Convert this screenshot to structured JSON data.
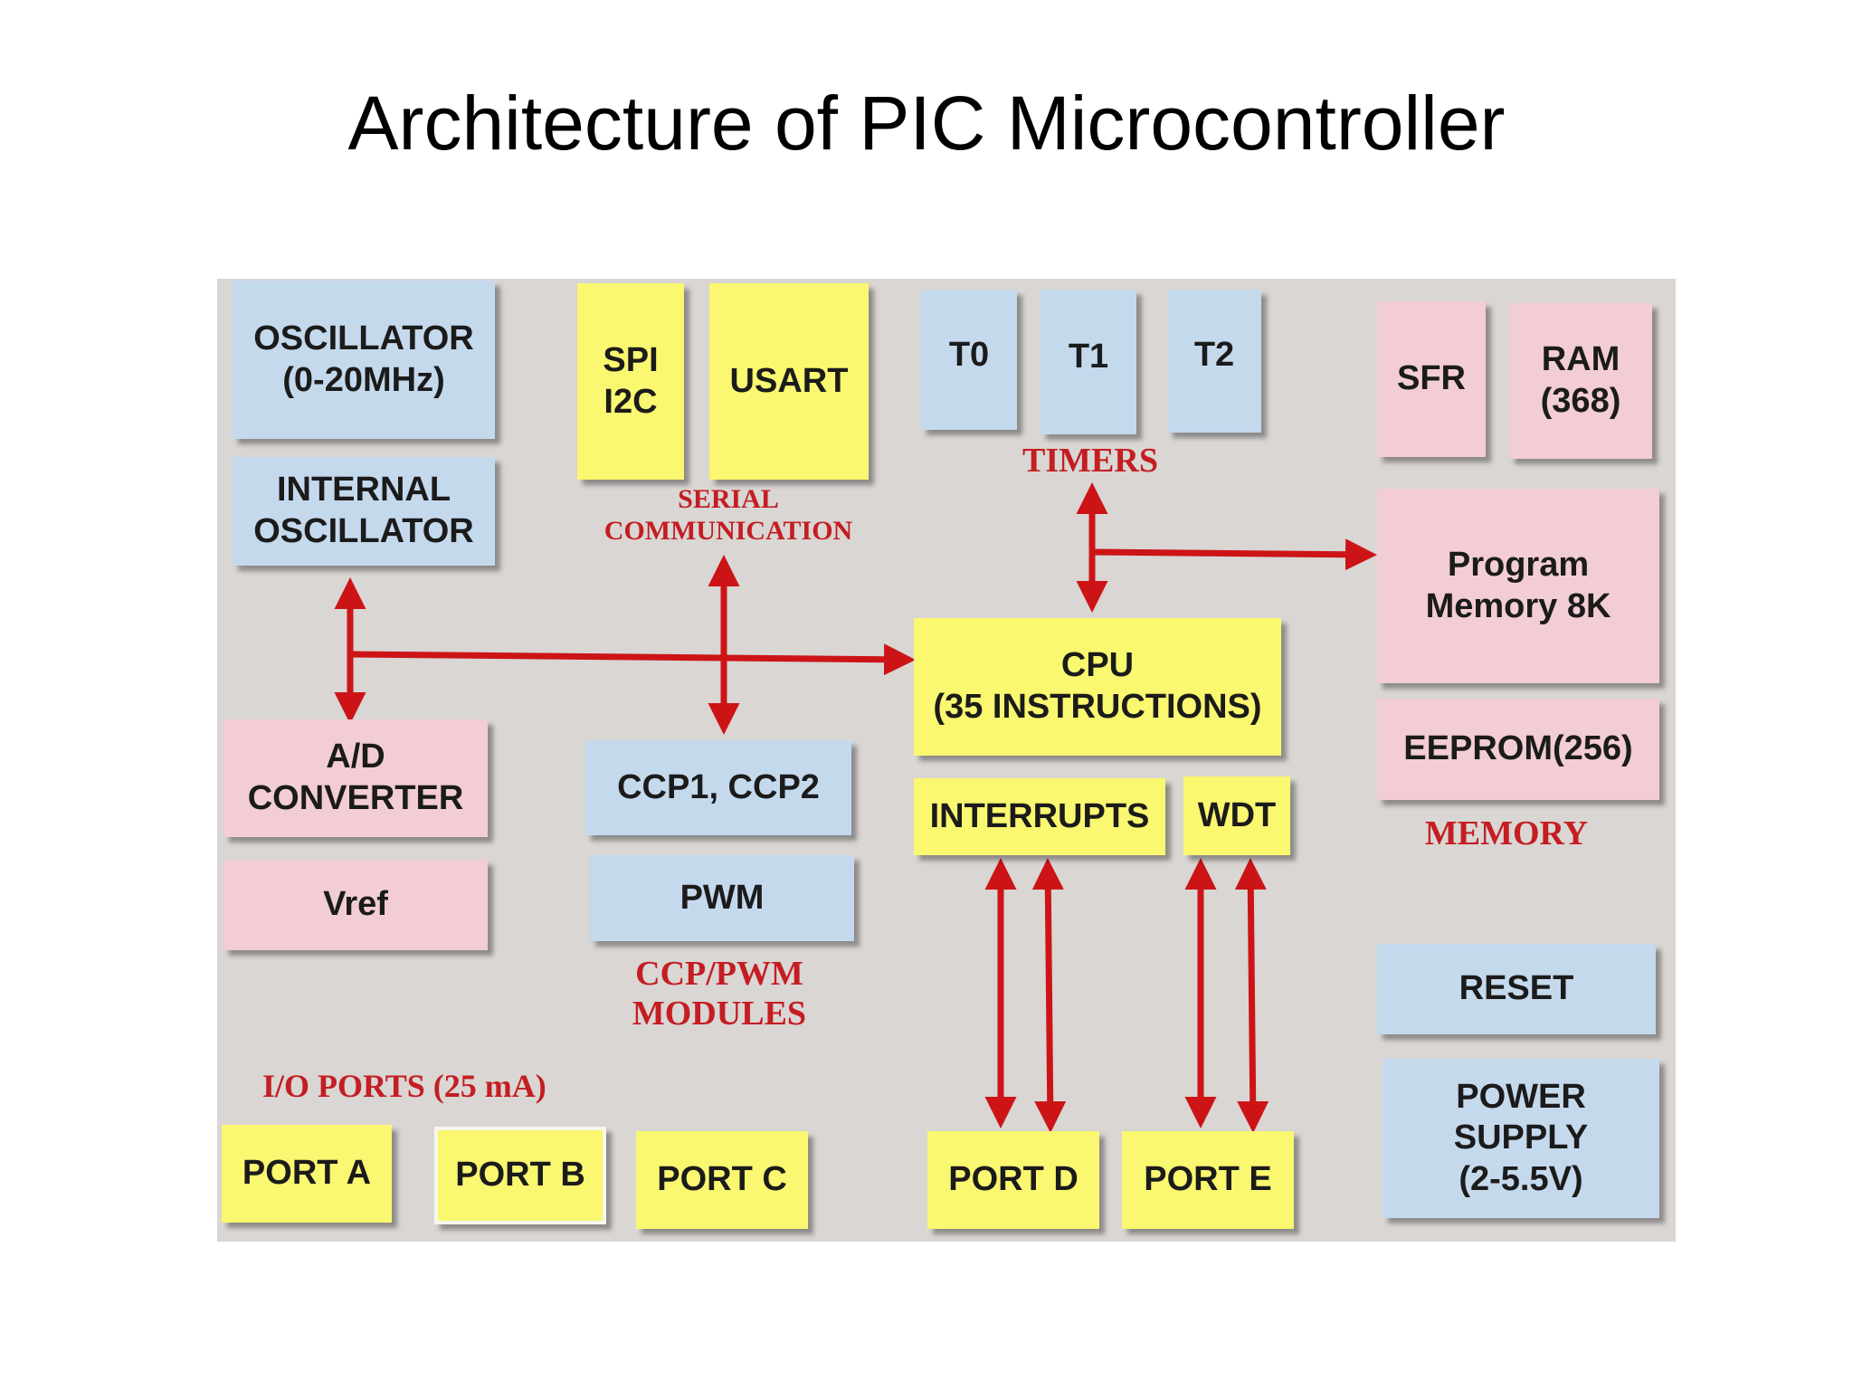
{
  "title": "Architecture of PIC Microcontroller",
  "colors": {
    "panel": "#d9d6d3",
    "blue_block": "#c5d9ed",
    "yellow_block": "#faf770",
    "pink_block": "#f2cdd3",
    "label_red": "#c41d22",
    "arrow_red": "#cc1417"
  },
  "blocks": {
    "oscillator": [
      "OSCILLATOR",
      "(0-20MHz)"
    ],
    "internal_oscillator": [
      "INTERNAL",
      "OSCILLATOR"
    ],
    "spi_i2c": [
      "SPI",
      "I2C"
    ],
    "usart": "USART",
    "t0": "T0",
    "t1": "T1",
    "t2": "T2",
    "sfr": "SFR",
    "ram": [
      "RAM",
      "(368)"
    ],
    "program_memory": [
      "Program",
      "Memory 8K"
    ],
    "cpu": [
      "CPU",
      "(35 INSTRUCTIONS)"
    ],
    "ad_converter": [
      "A/D",
      "CONVERTER"
    ],
    "vref": "Vref",
    "ccp": "CCP1, CCP2",
    "pwm": "PWM",
    "interrupts": "INTERRUPTS",
    "wdt": "WDT",
    "eeprom": "EEPROM(256)",
    "reset": "RESET",
    "power_supply": [
      "POWER",
      "SUPPLY",
      "(2-5.5V)"
    ],
    "port_a": "PORT A",
    "port_b": "PORT B",
    "port_c": "PORT C",
    "port_d": "PORT D",
    "port_e": "PORT E"
  },
  "labels": {
    "serial": [
      "SERIAL",
      "COMMUNICATION"
    ],
    "timers": "TIMERS",
    "memory": "MEMORY",
    "ccp_pwm": [
      "CCP/PWM",
      "MODULES"
    ],
    "io_ports": "I/O PORTS (25 mA)"
  }
}
